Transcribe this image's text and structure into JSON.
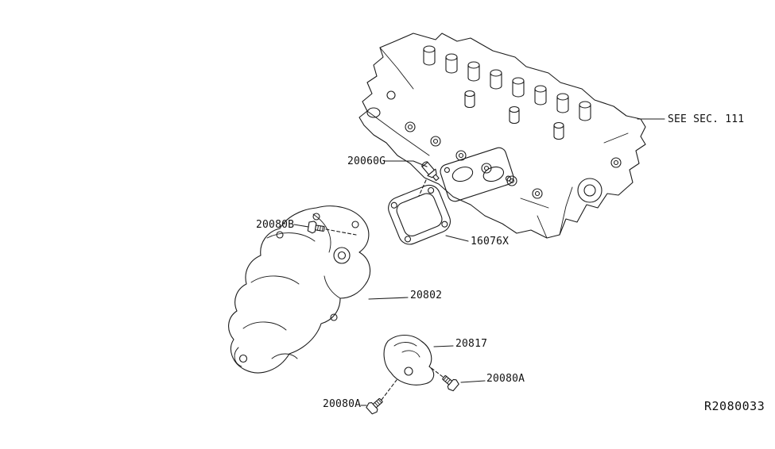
{
  "diagram": {
    "ref_code": "R2080033",
    "labels": [
      {
        "id": "see-sec-111",
        "text": "SEE SEC. 111"
      },
      {
        "id": "20060G",
        "text": "20060G"
      },
      {
        "id": "20080B",
        "text": "20080B"
      },
      {
        "id": "16076X",
        "text": "16076X"
      },
      {
        "id": "20802",
        "text": "20802"
      },
      {
        "id": "20817",
        "text": "20817"
      },
      {
        "id": "20080A-upper",
        "text": "20080A"
      },
      {
        "id": "20080A-lower",
        "text": "20080A"
      }
    ]
  }
}
